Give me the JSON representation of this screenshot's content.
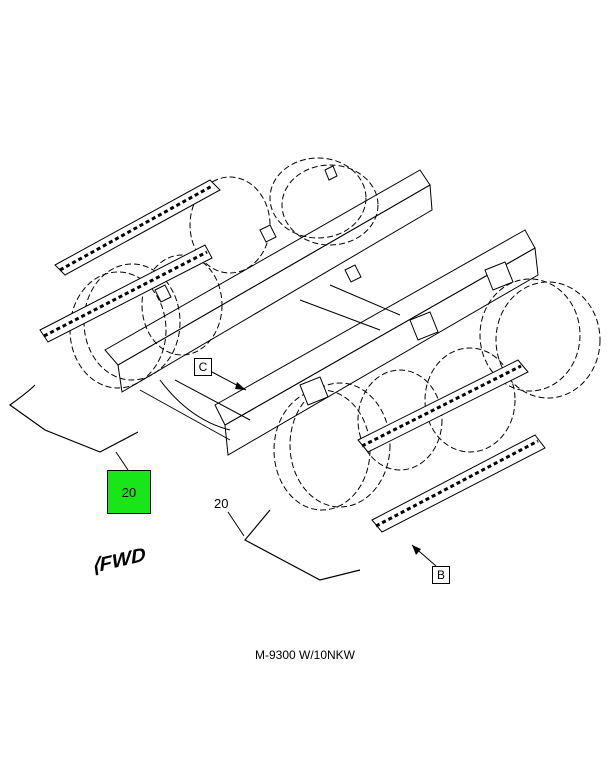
{
  "callouts": {
    "c": "C",
    "b": "B",
    "part_highlighted": "20",
    "part_plain": "20"
  },
  "direction_indicator": "FWD",
  "caption": "M-9300 W/10NKW",
  "colors": {
    "highlight": "#19e619",
    "line": "#000000"
  }
}
